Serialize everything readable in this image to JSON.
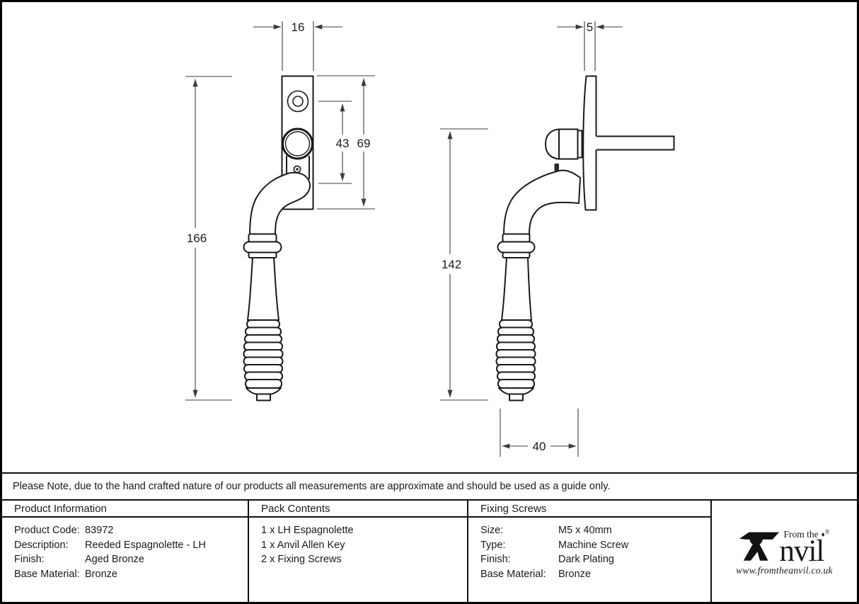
{
  "drawing": {
    "dims": {
      "plate_width": "16",
      "plate_thickness": "5",
      "hole_spacing": "43",
      "plate_height": "69",
      "overall_height_front": "166",
      "overall_height_side": "142",
      "projection": "40"
    }
  },
  "note": {
    "text": "Please Note, due to the hand crafted nature of our products all measurements are approximate and should be used as a guide only."
  },
  "table": {
    "product_info": {
      "header": "Product Information",
      "rows": [
        {
          "label": "Product Code:",
          "value": "83972"
        },
        {
          "label": "Description:",
          "value": "Reeded Espagnolette - LH"
        },
        {
          "label": "Finish:",
          "value": "Aged Bronze"
        },
        {
          "label": "Base Material:",
          "value": "Bronze"
        }
      ]
    },
    "pack_contents": {
      "header": "Pack Contents",
      "items": [
        "1 x LH Espagnolette",
        "1 x Anvil Allen Key",
        "2 x Fixing Screws"
      ]
    },
    "fixing_screws": {
      "header": "Fixing Screws",
      "rows": [
        {
          "label": "Size:",
          "value": "M5 x 40mm"
        },
        {
          "label": "Type:",
          "value": "Machine Screw"
        },
        {
          "label": "Finish:",
          "value": "Dark Plating"
        },
        {
          "label": "Base Material:",
          "value": "Bronze"
        }
      ]
    }
  },
  "logo": {
    "from_the": "From the",
    "diamond": "♦",
    "registered": "®",
    "brand_suffix": "nvil",
    "url": "www.fromtheanvil.co.uk"
  },
  "colors": {
    "line": "#1a1a1a",
    "dim_line": "#3c3c3c"
  }
}
